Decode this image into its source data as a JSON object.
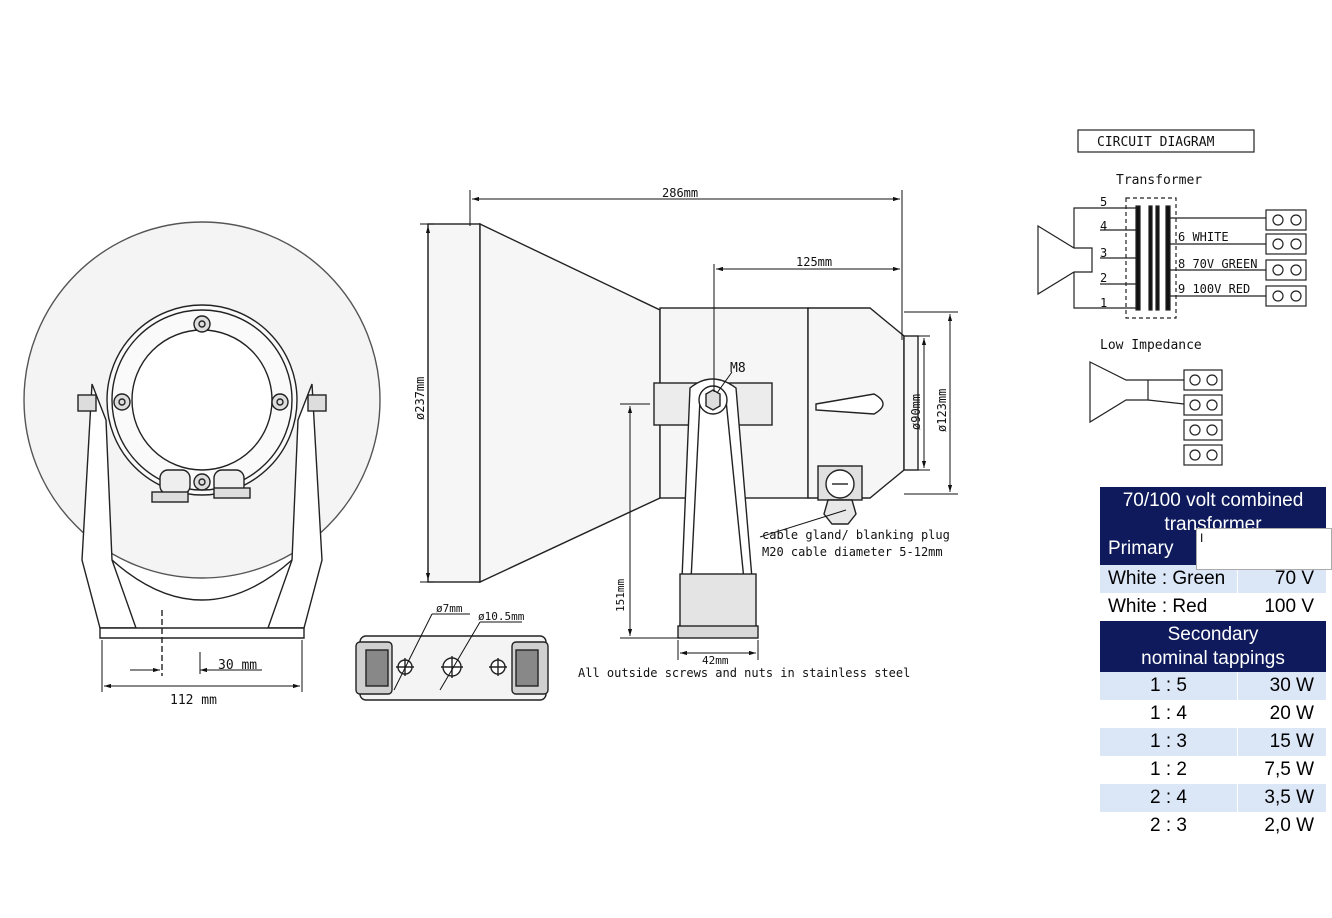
{
  "dimensions": {
    "overall_length": "286mm",
    "horn_diameter": "ø237mm",
    "bracket_offset": "125mm",
    "bolt": "M8",
    "body_diameter": "ø90mm",
    "rear_diameter": "ø123mm",
    "bracket_height": "151mm",
    "bracket_width": "42mm",
    "hole_small": "ø7mm",
    "hole_large": "ø10.5mm",
    "front_offset": "30 mm",
    "front_width": "112 mm"
  },
  "notes": {
    "cable_line1": "cable gland/ blanking plug",
    "cable_line2": "M20 cable diameter 5-12mm",
    "steel": "All outside screws and nuts in stainless steel"
  },
  "circuit": {
    "title": "CIRCUIT DIAGRAM",
    "transformer_label": "Transformer",
    "taps": [
      "5",
      "4",
      "3",
      "2",
      "1"
    ],
    "outputs": [
      "6  WHITE",
      "8  70V GREEN",
      "9  100V RED"
    ],
    "low_impedance_label": "Low Impedance"
  },
  "table": {
    "title_line1": "70/100 volt combined",
    "title_line2": "transformer",
    "primary_label": "Primary",
    "primary_rows": [
      {
        "k": "White : Green",
        "v": "70 V"
      },
      {
        "k": "White : Red",
        "v": "100 V"
      }
    ],
    "secondary_line1": "Secondary",
    "secondary_line2": "nominal tappings",
    "secondary_rows": [
      {
        "k": "1 : 5",
        "v": "30 W"
      },
      {
        "k": "1 : 4",
        "v": "20 W"
      },
      {
        "k": "1 : 3",
        "v": "15 W"
      },
      {
        "k": "1 : 2",
        "v": "7,5 W"
      },
      {
        "k": "2 : 4",
        "v": "3,5 W"
      },
      {
        "k": "2 : 3",
        "v": "2,0 W"
      }
    ]
  },
  "popup": {
    "text": "I"
  }
}
